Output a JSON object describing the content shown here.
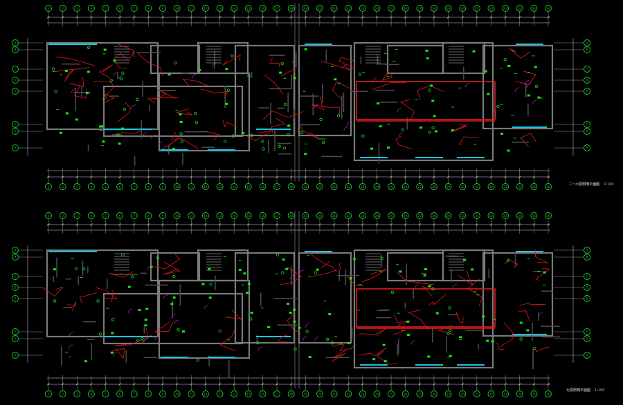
{
  "drawing": {
    "background": "#000000",
    "colors": {
      "wall": "#7a7a7a",
      "wall_dark": "#4a4a4a",
      "grid_bubble": "#22cc33",
      "grid_line": "#bfbfbf",
      "dimension": "#d8d8d8",
      "wiring": "#e21b1b",
      "device": "#19e619",
      "window": "#19c6e6",
      "door_swing": "#b71cc4",
      "text": "#e8e8e8"
    },
    "plans": [
      {
        "title": "二~六层照明平面图",
        "scale": "1:100",
        "column_bubbles": [
          "1",
          "2",
          "3",
          "4",
          "5",
          "6",
          "7",
          "8",
          "9",
          "10",
          "11",
          "12",
          "13",
          "14",
          "15",
          "16",
          "17",
          "18",
          "19",
          "20",
          "21",
          "22",
          "23",
          "24",
          "25",
          "26",
          "27",
          "28",
          "29",
          "30",
          "31",
          "32",
          "33",
          "34",
          "35",
          "36"
        ],
        "row_bubbles": [
          "A",
          "B",
          "C",
          "D",
          "E",
          "F",
          "G",
          "H"
        ]
      },
      {
        "title": "七层照明平面图",
        "scale": "1:100",
        "column_bubbles": [
          "1",
          "2",
          "3",
          "4",
          "5",
          "6",
          "7",
          "8",
          "9",
          "10",
          "11",
          "12",
          "13",
          "14",
          "15",
          "16",
          "17",
          "18",
          "19",
          "20",
          "21",
          "22",
          "23",
          "24",
          "25",
          "26",
          "27",
          "28",
          "29",
          "30",
          "31",
          "32",
          "33",
          "34",
          "35",
          "36"
        ],
        "row_bubbles": [
          "A",
          "B",
          "C",
          "D",
          "E",
          "F",
          "G",
          "H"
        ]
      }
    ]
  }
}
